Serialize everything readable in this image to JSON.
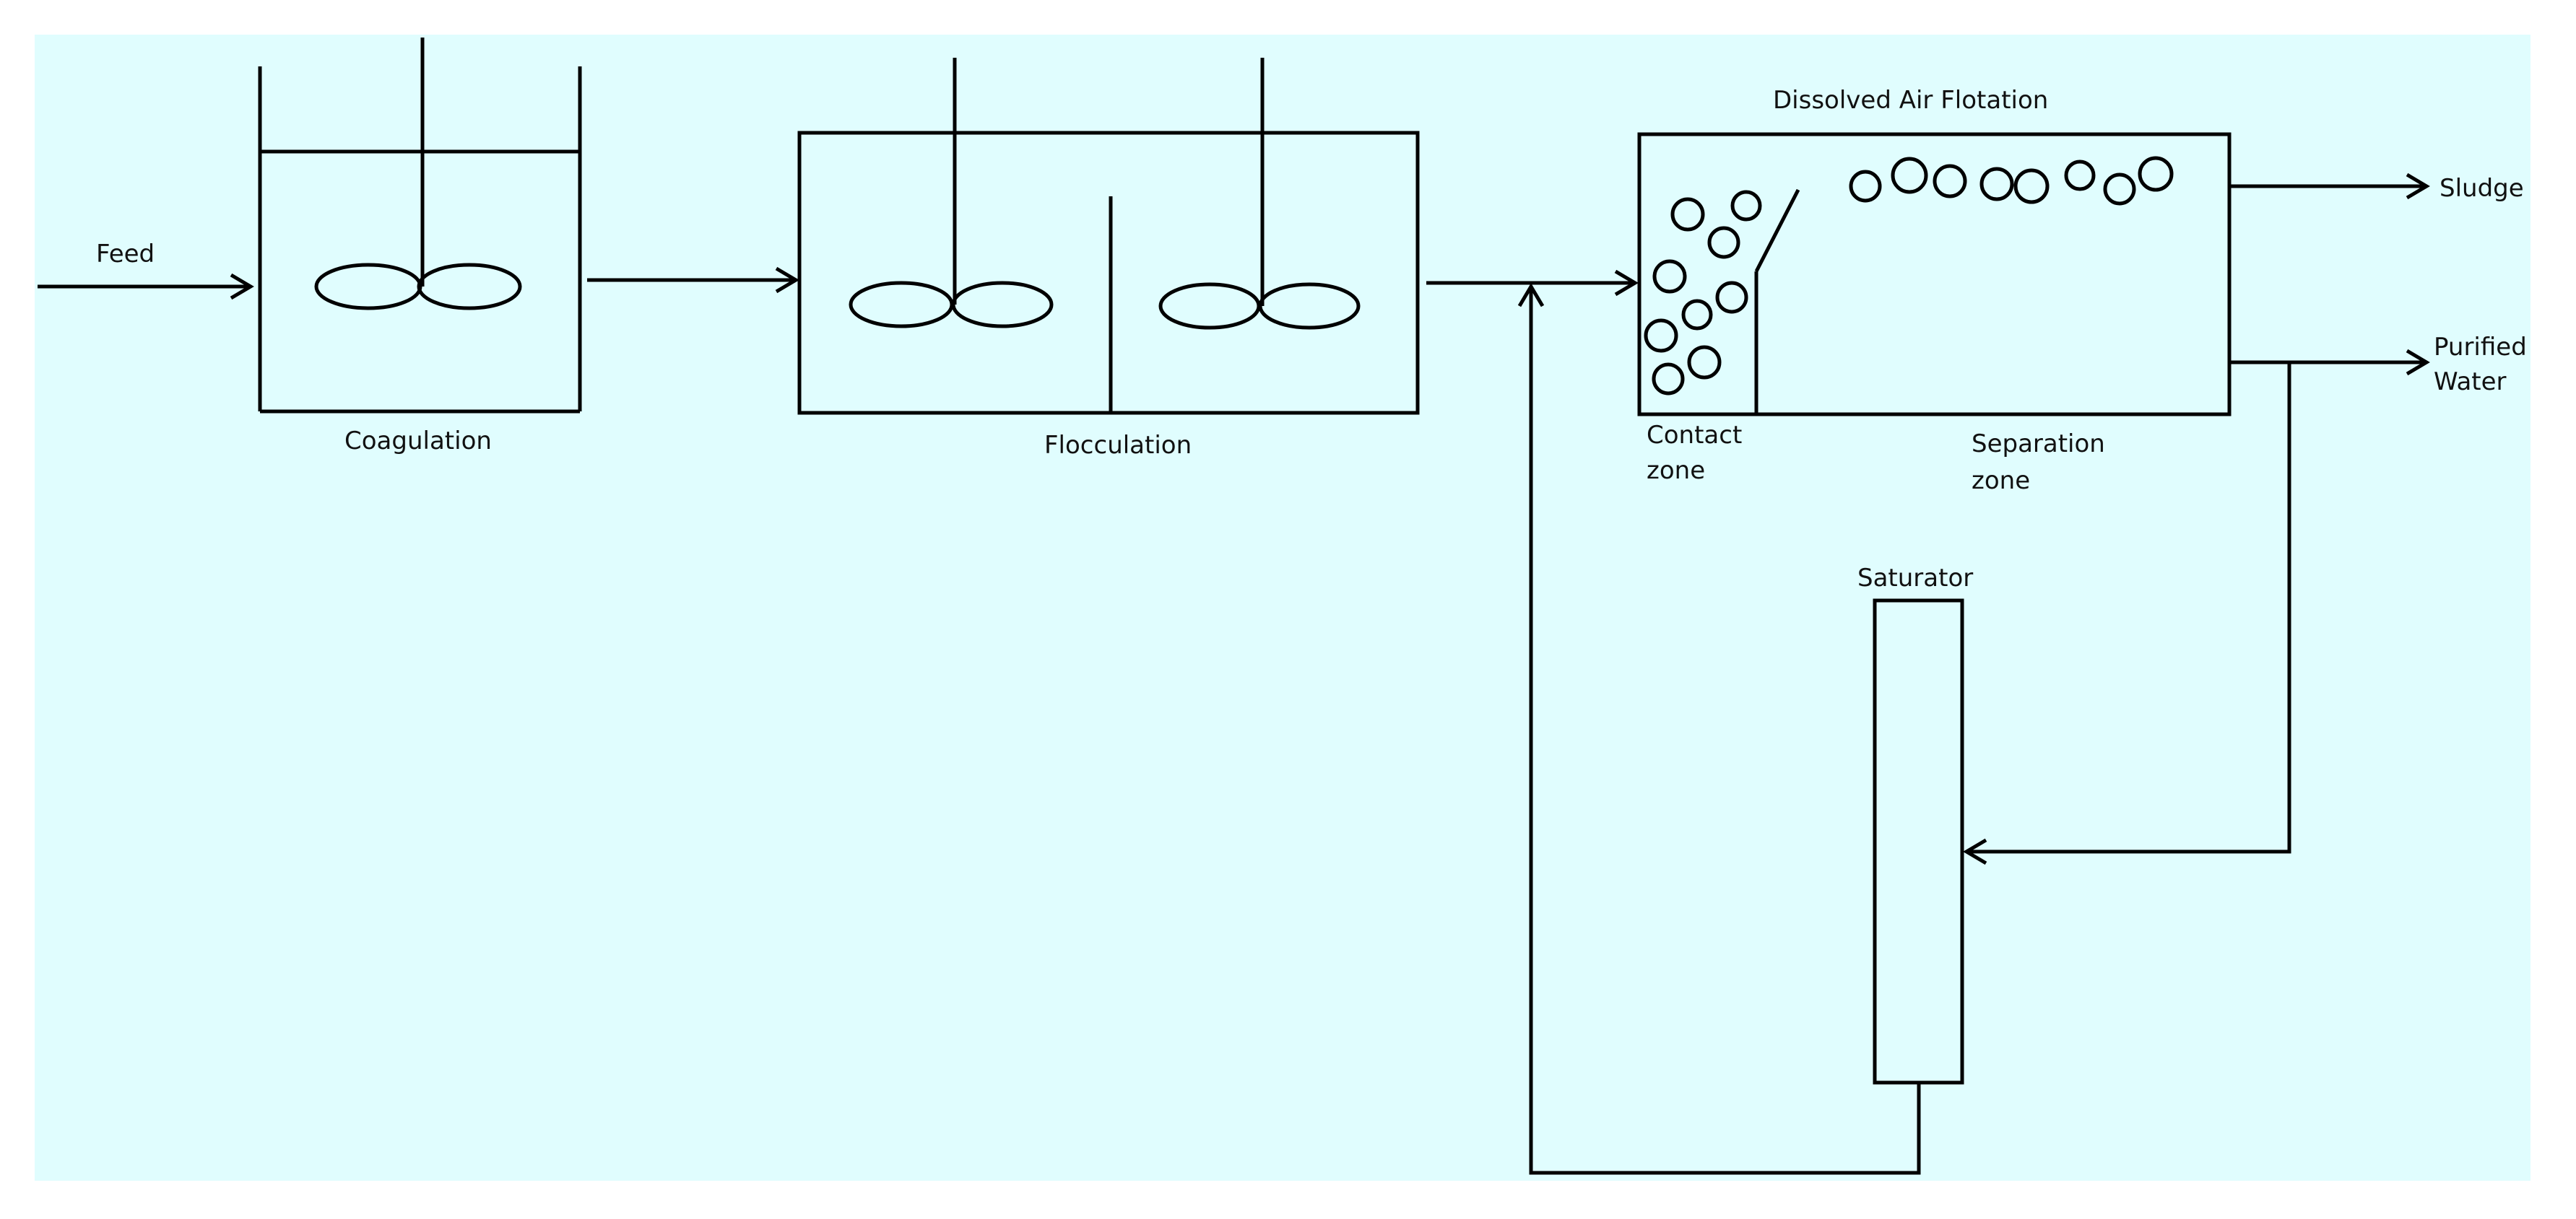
{
  "colors": {
    "background": "#e0fdfe",
    "line": "#000000",
    "text": "#111111",
    "page": "#ffffff"
  },
  "labels": {
    "feed": "Feed",
    "coagulation": "Coagulation",
    "flocculation": "Flocculation",
    "daf_title": "Dissolved Air Flotation",
    "contact_zone_line1": "Contact",
    "contact_zone_line2": "zone",
    "separation_zone_line1": "Separation",
    "separation_zone_line2": "zone",
    "sludge": "Sludge",
    "purified_line1": "Purified",
    "purified_line2": "Water",
    "saturator": "Saturator"
  }
}
